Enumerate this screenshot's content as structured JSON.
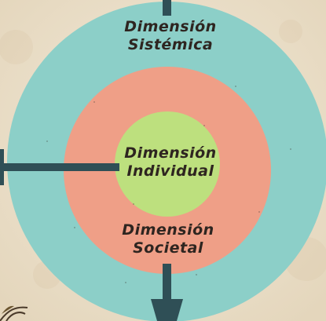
{
  "diagram": {
    "outer_ring": {
      "line1": "Dimensión",
      "line2": "Sistémica",
      "color": "#8ccfc8"
    },
    "middle_ring": {
      "color": "#ef9f87"
    },
    "inner_circle": {
      "line1": "Dimensión",
      "line2": "Individual",
      "color": "#bde07e"
    },
    "societal_label": {
      "line1": "Dimensión",
      "line2": "Societal"
    },
    "arrow_color": "#2f4f56",
    "background_color": "#efe4cf"
  }
}
